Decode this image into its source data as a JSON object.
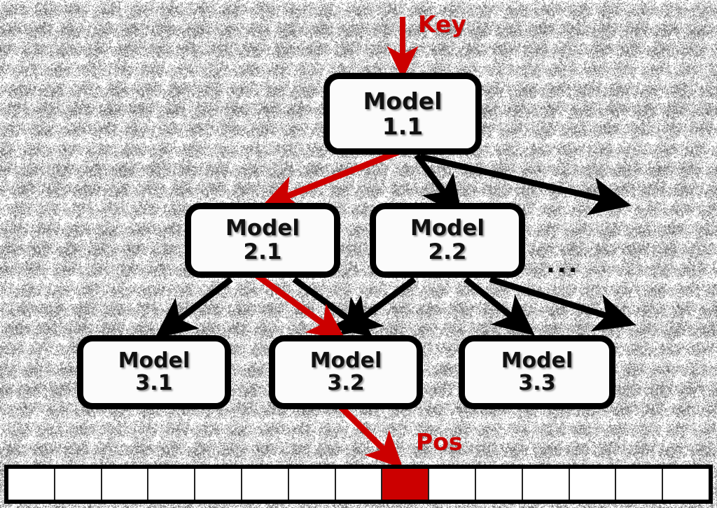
{
  "diagram": {
    "title": "Hierarchical learned index model tree with key lookup path",
    "background_color": "#fdfdfd",
    "node_border_color": "#000000",
    "node_fill_color": "#fbfbfb",
    "accent_color": "#CC0000",
    "edge_color": "#000000"
  },
  "labels": {
    "key": "Key",
    "pos": "Pos",
    "ellipsis": "..."
  },
  "levels": [
    {
      "level": 1,
      "nodes": [
        {
          "id": "model-1-1",
          "line1": "Model",
          "line2": "1.1"
        }
      ]
    },
    {
      "level": 2,
      "nodes": [
        {
          "id": "model-2-1",
          "line1": "Model",
          "line2": "2.1"
        },
        {
          "id": "model-2-2",
          "line1": "Model",
          "line2": "2.2"
        }
      ]
    },
    {
      "level": 3,
      "nodes": [
        {
          "id": "model-3-1",
          "line1": "Model",
          "line2": "3.1"
        },
        {
          "id": "model-3-2",
          "line1": "Model",
          "line2": "3.2"
        },
        {
          "id": "model-3-3",
          "line1": "Model",
          "line2": "3.3"
        }
      ]
    }
  ],
  "highlight_path": {
    "color": "#CC0000",
    "steps": [
      "Key",
      "Model 1.1",
      "Model 2.1",
      "Model 3.2",
      "Pos"
    ]
  },
  "array": {
    "cell_count": 15,
    "highlighted_index": 8,
    "highlight_color": "#CC0000",
    "cell_color": "#ffffff",
    "cells": [
      "",
      "",
      "",
      "",
      "",
      "",
      "",
      "",
      "",
      "",
      "",
      "",
      "",
      "",
      ""
    ]
  }
}
